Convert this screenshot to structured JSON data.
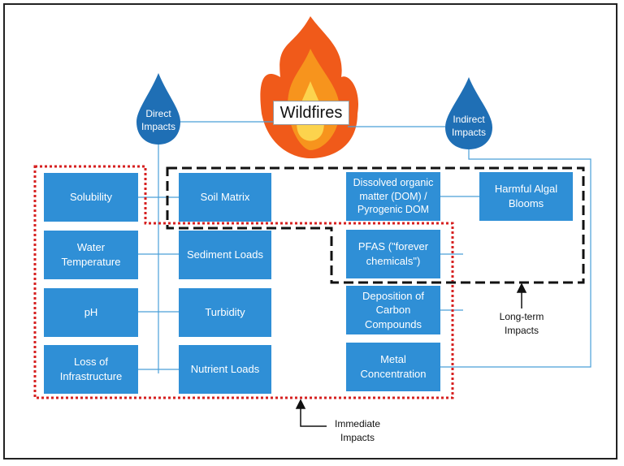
{
  "title": "Wildfires",
  "direct": "Direct\nImpacts",
  "indirect": "Indirect\nImpacts",
  "boxes": {
    "solubility": "Solubility",
    "soil_matrix": "Soil Matrix",
    "water_temp": "Water Temperature",
    "sediment": "Sediment Loads",
    "ph": "pH",
    "turbidity": "Turbidity",
    "infrastructure": "Loss of Infrastructure",
    "nutrient": "Nutrient Loads",
    "dom": "Dissolved organic matter (DOM) / Pyrogenic DOM",
    "algal": "Harmful Algal Blooms",
    "pfas": "PFAS (\"forever chemicals\")",
    "carbon": "Deposition of Carbon Compounds",
    "metal": "Metal Concentration"
  },
  "longterm": "Long-term\nImpacts",
  "immediate": "Immediate\nImpacts",
  "colors": {
    "box": "#2f8fd6",
    "drop": "#1f6fb5",
    "connector": "#4a9fd8",
    "immediate_border": "#d62020",
    "longterm_border": "#111111"
  }
}
